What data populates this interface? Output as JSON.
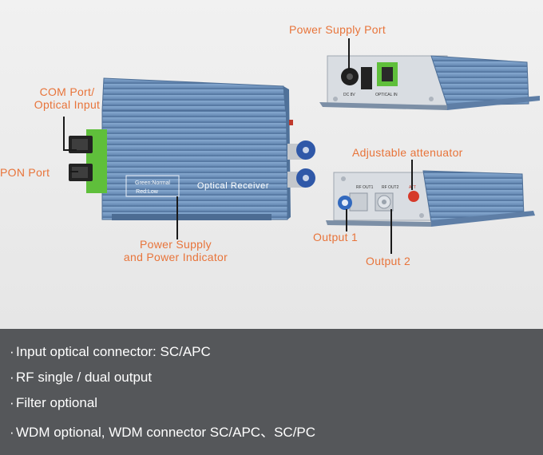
{
  "labels": {
    "power_supply_port": "Power Supply Port",
    "com_port_line1": "COM Port/",
    "com_port_line2": "Optical Input",
    "pon_port": "PON Port",
    "adjustable_attenuator": "Adjustable attenuator",
    "power_indicator_line1": "Power Supply",
    "power_indicator_line2": "and Power Indicator",
    "output1": "Output 1",
    "output2": "Output 2"
  },
  "device": {
    "name": "Optical Receiver",
    "indicator_green": "Green:Normal",
    "indicator_red": "Red:Low",
    "rear_dc": "DC 8V",
    "rear_optical": "OPTICAL IN",
    "port_rf1": "RF OUT1",
    "port_rf2": "RF OUT2",
    "port_att": "ATT"
  },
  "features": [
    "Input optical connector: SC/APC",
    "RF single / dual output",
    "Filter optional",
    "WDM optional, WDM connector SC/APC、SC/PC"
  ],
  "colors": {
    "device_blue": "#6e93bd",
    "label_orange": "#e8743a",
    "sc_green": "#64bf3e",
    "panel_gray": "#55575a"
  }
}
